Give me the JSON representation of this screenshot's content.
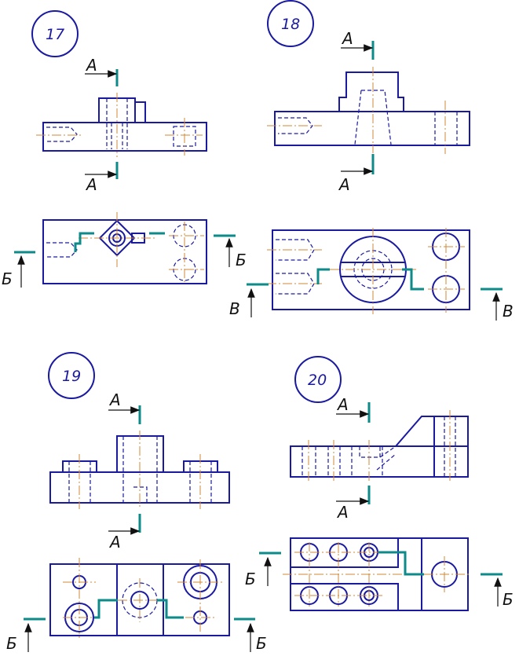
{
  "figures": [
    {
      "number": "17",
      "labels": [
        "А",
        "А",
        "Б",
        "Б"
      ]
    },
    {
      "number": "18",
      "labels": [
        "А",
        "А",
        "В",
        "В"
      ]
    },
    {
      "number": "19",
      "labels": [
        "А",
        "А",
        "Б",
        "Б"
      ]
    },
    {
      "number": "20",
      "labels": [
        "А",
        "А",
        "Б",
        "Б"
      ]
    }
  ],
  "colors": {
    "outline": "#1a1aa0",
    "center_line": "#d08a3a",
    "cutting_plane": "#0d8a8a",
    "arrows": "#111111"
  }
}
